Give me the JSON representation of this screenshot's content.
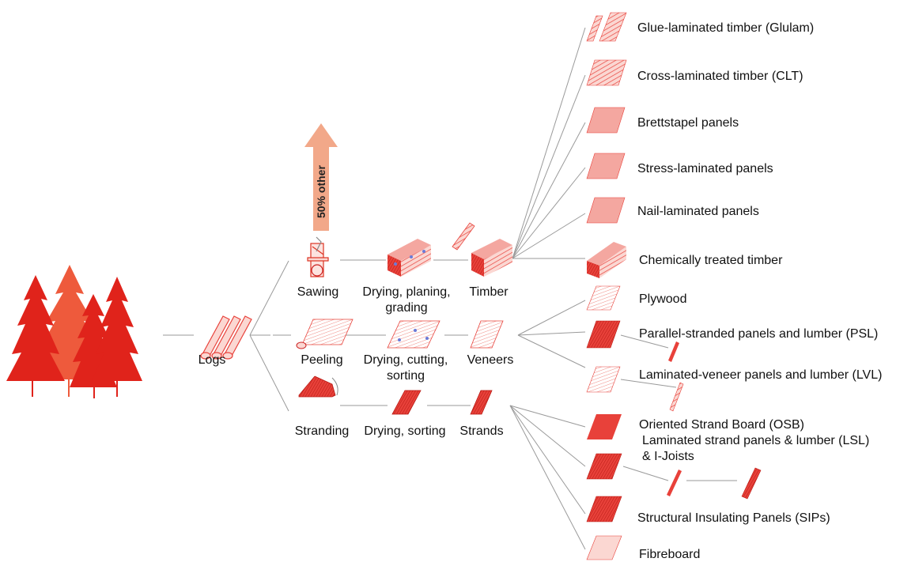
{
  "source": {
    "label": "Logs"
  },
  "processes": {
    "sawing": "Sawing",
    "peeling": "Peeling",
    "stranding": "Stranding",
    "drying_planing_line1": "Drying, planing,",
    "drying_planing_line2": "grading",
    "drying_cutting_line1": "Drying, cutting,",
    "drying_cutting_line2": "sorting",
    "drying_sorting": "Drying, sorting"
  },
  "intermediates": {
    "timber": "Timber",
    "veneers": "Veneers",
    "strands": "Strands"
  },
  "other_arrow": {
    "label": "50% other"
  },
  "products": {
    "glulam": "Glue-laminated timber (Glulam)",
    "clt": "Cross-laminated timber (CLT)",
    "brettstapel": "Brettstapel panels",
    "stress_laminated": "Stress-laminated panels",
    "nail_laminated": "Nail-laminated panels",
    "treated_timber": "Chemically treated timber",
    "plywood": "Plywood",
    "psl": "Parallel-stranded panels and lumber (PSL)",
    "lvl": "Laminated-veneer panels and lumber (LVL)",
    "osb": "Oriented Strand Board (OSB)",
    "lsl_line1": "Laminated strand panels & lumber (LSL)",
    "lsl_line2": "& I-Joists",
    "sips": "Structural Insulating Panels (SIPs)",
    "fibreboard": "Fibreboard"
  },
  "colors": {
    "forest_dark": "#e0231b",
    "forest_light": "#ee5a3c",
    "product_red": "#e8413a",
    "product_light": "#f4a7a0",
    "arrow": "#f2a889",
    "connector": "#9a9a9a"
  }
}
